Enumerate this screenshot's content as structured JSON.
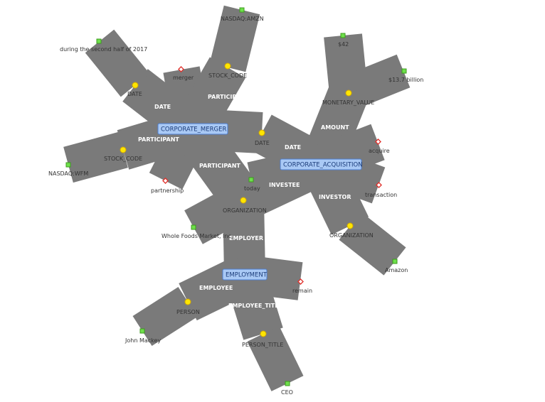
{
  "events": {
    "merger": "CORPORATE_MERGER",
    "acquisition": "CORPORATE_ACQUISITION",
    "employment": "EMPLOYMENT"
  },
  "roles": {
    "date": "DATE",
    "participant": "PARTICIPANT",
    "amount": "AMOUNT",
    "investee": "INVESTEE",
    "investor": "INVESTOR",
    "employer": "EMPLOYER",
    "employee": "EMPLOYEE",
    "employee_title": "EMPLOYEE_TITLE"
  },
  "entity_types": {
    "date": "DATE",
    "stock_code": "STOCK_CODE",
    "monetary_value": "MONETARY_VALUE",
    "organization": "ORGANIZATION",
    "person": "PERSON",
    "person_title": "PERSON_TITLE"
  },
  "mentions": {
    "nasdaq_amzn": "NASDAQ:AMZN",
    "second_half_2017": "during the second half of 2017",
    "merger": "merger",
    "price_42": "$42",
    "billion_13_7": "$13.7 billion",
    "acquire": "acquire",
    "transaction": "transaction",
    "nasdaq_wfm": "NASDAQ:WFM",
    "partnership": "partnership",
    "today": "today",
    "whole_foods": "Whole Foods Market, Inc",
    "amazon": "Amazon",
    "remain": "remain",
    "john_mackey": "John Mackey",
    "ceo": "CEO"
  },
  "colors": {
    "edge": "#7a7a7a",
    "event_fill": "#a9c9f5",
    "event_border": "#4d7fd1",
    "entity_node": "#ffe600",
    "leaf_node": "#6ee04a",
    "trigger_node": "#e0302b"
  }
}
